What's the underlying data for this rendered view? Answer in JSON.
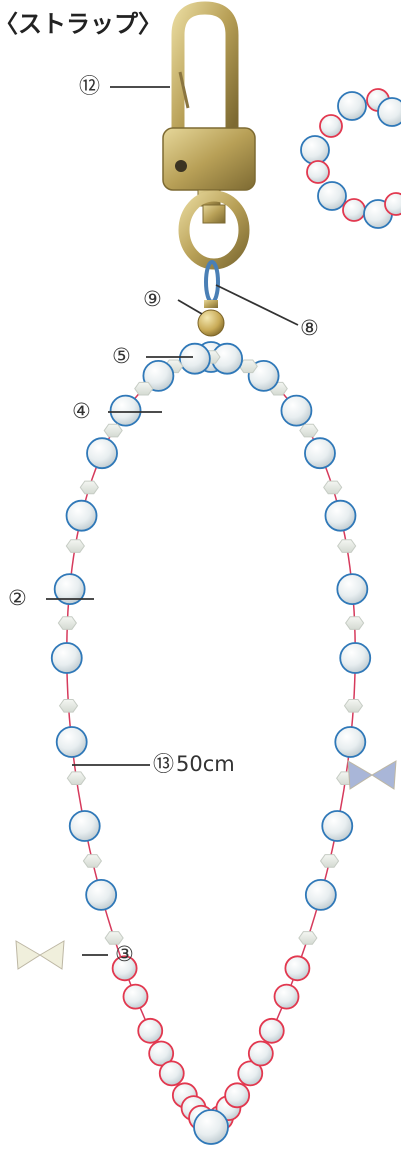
{
  "title": "〈ストラップ〉",
  "labels": {
    "l12": "⑫",
    "l9": "⑨",
    "l8": "⑧",
    "l5": "⑤",
    "l4": "④",
    "l2": "②",
    "l13": "⑬",
    "l13_length": "50cm",
    "l3": "③"
  },
  "colors": {
    "pearl_outline_blue": "#2f78b8",
    "pearl_outline_red": "#e2384f",
    "pearl_fill": "#e9eef0",
    "cord": "#d63a5c",
    "metal_gold": "#b8a057",
    "jump_ring": "#4a7fb5"
  }
}
